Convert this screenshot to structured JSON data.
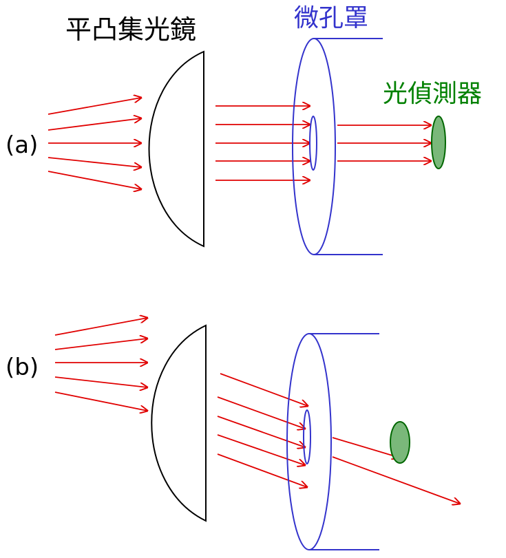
{
  "labels": {
    "lens": "平凸集光鏡",
    "pinhole": "微孔罩",
    "detector": "光偵測器",
    "panel_a": "(a)",
    "panel_b": "(b)"
  },
  "colors": {
    "ray": "#e00000",
    "pinhole": "#3333cc",
    "detector_stroke": "#006600",
    "detector_fill": "#7ab87a",
    "lens": "#000000",
    "lens_label": "#000000"
  }
}
